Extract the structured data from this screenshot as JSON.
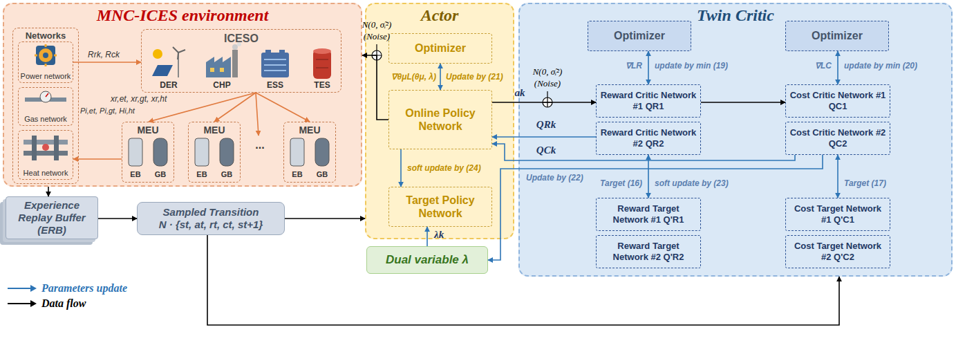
{
  "diagram": {
    "nodes": [
      {
        "text": [
          "MNC-ICES environment"
        ]
      },
      {
        "text": [
          "Networks"
        ],
        "in": 0
      },
      {
        "text": [
          "Power network"
        ],
        "in": 1
      },
      {
        "text": [
          "Gas network"
        ],
        "in": 1
      },
      {
        "text": [
          "Heat network"
        ],
        "in": 1
      },
      {
        "text": [
          "ICESO"
        ],
        "in": 0
      },
      {
        "text": [
          "DER"
        ],
        "in": 5
      },
      {
        "text": [
          "CHP"
        ],
        "in": 5
      },
      {
        "text": [
          "ESS"
        ],
        "in": 5
      },
      {
        "text": [
          "TES"
        ],
        "in": 5
      },
      {
        "text": [
          "MEU"
        ],
        "in": 0
      },
      {
        "text": [
          "MEU"
        ],
        "in": 0
      },
      {
        "text": [
          "MEU"
        ],
        "in": 0
      },
      {
        "text": [
          "Actor"
        ]
      },
      {
        "text": [
          "Optimizer"
        ],
        "in": 13
      },
      {
        "text": [
          "Online Policy Network"
        ],
        "in": 13
      },
      {
        "text": [
          "Target Policy Network"
        ],
        "in": 13
      },
      {
        "text": [
          "Twin Critic"
        ]
      },
      {
        "text": [
          "Optimizer"
        ],
        "in": 17
      },
      {
        "text": [
          "Optimizer"
        ],
        "in": 17
      },
      {
        "text": [
          "Reward Critic Network #1 QR1"
        ],
        "in": 17
      },
      {
        "text": [
          "Reward Critic Network #2 QR2"
        ],
        "in": 17
      },
      {
        "text": [
          "Cost Critic Network #1 QC1"
        ],
        "in": 17
      },
      {
        "text": [
          "Cost Critic Network #2 QC2"
        ],
        "in": 17
      },
      {
        "text": [
          "Reward Target Network #1 Q'R1"
        ],
        "in": 17
      },
      {
        "text": [
          "Reward Target Network #2 Q'R2"
        ],
        "in": 17
      },
      {
        "text": [
          "Cost Target Network #1 Q'C1"
        ],
        "in": 17
      },
      {
        "text": [
          "Cost Target Network #2 Q'C2"
        ],
        "in": 17
      },
      {
        "text": [
          "Experience Replay Buffer (ERB)"
        ]
      },
      {
        "text": [
          "Sampled Transition",
          "N · {st, at, rt, ct, st+1}"
        ]
      },
      {
        "text": [
          "Dual variable λ"
        ]
      }
    ],
    "edges": [
      {
        "from": 2,
        "to": 5,
        "arrow": "to"
      },
      {
        "from": 5,
        "to": 10,
        "arrow": "to"
      },
      {
        "from": 5,
        "to": 11,
        "arrow": "to"
      },
      {
        "from": 5,
        "to": 12,
        "arrow": "to"
      },
      {
        "from": 10,
        "to": 4,
        "arrow": "to"
      },
      {
        "from": 15,
        "to": 0,
        "arrow": "to"
      },
      {
        "from": 14,
        "to": 15,
        "arrow": "both"
      },
      {
        "from": 15,
        "to": 16,
        "arrow": "to"
      },
      {
        "from": 30,
        "to": 16,
        "arrow": "to"
      },
      {
        "from": 15,
        "to": 20,
        "arrow": "to"
      },
      {
        "from": 20,
        "to": 22,
        "arrow": "to"
      },
      {
        "from": 21,
        "to": 15,
        "arrow": "to"
      },
      {
        "from": 23,
        "to": 15,
        "arrow": "to"
      },
      {
        "from": 23,
        "to": 30,
        "arrow": "to"
      },
      {
        "from": 18,
        "to": 20,
        "arrow": "both"
      },
      {
        "from": 19,
        "to": 22,
        "arrow": "both"
      },
      {
        "from": 24,
        "to": 21,
        "arrow": "both"
      },
      {
        "from": 26,
        "to": 23,
        "arrow": "both"
      },
      {
        "from": 0,
        "to": 28,
        "arrow": "to"
      },
      {
        "from": 28,
        "to": 29,
        "arrow": "to"
      },
      {
        "from": 29,
        "to": 13,
        "arrow": "to"
      },
      {
        "from": 29,
        "to": 17,
        "arrow": "to"
      }
    ],
    "labels": [
      "Rrk, Rck",
      "xr,et, xr,gt, xr,ht",
      "Pi,et, Pi,gt, Hi,ht",
      "EB",
      "GB",
      "EB",
      "GB",
      "EB",
      "GB",
      "...",
      "N(0, σ̃ᵢ²)",
      "(Noise)",
      "∇θμL(θμ, λ)",
      "Update by (21)",
      "soft update by (24)",
      "ak",
      "N(0, σ̃ᵢ²)",
      "(Noise)",
      "QRk",
      "QCk",
      "λk",
      "Update by (22)",
      "∇LR",
      "update by min (19)",
      "∇LC",
      "update by min (20)",
      "Target (16)",
      "soft update by (23)",
      "Target (17)"
    ],
    "legend": [
      {
        "text": "Parameters update"
      },
      {
        "text": "Data flow"
      }
    ]
  }
}
